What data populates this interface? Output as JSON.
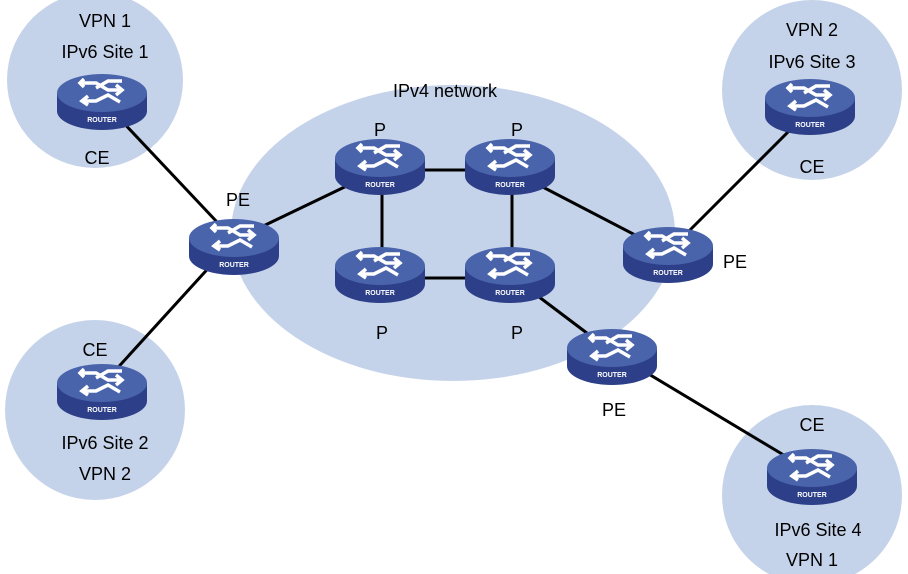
{
  "colors": {
    "region": "#c5d3ea",
    "router_top": "#4a64ac",
    "router_side": "#2c3f88",
    "link": "#000000"
  },
  "network_label": "IPv4 network",
  "router_label": "ROUTER",
  "sites": [
    {
      "vpn": "VPN 1",
      "site": "IPv6 Site 1",
      "role": "CE"
    },
    {
      "vpn": "VPN 2",
      "site": "IPv6 Site 2",
      "role": "CE"
    },
    {
      "vpn": "VPN 2",
      "site": "IPv6 Site 3",
      "role": "CE"
    },
    {
      "vpn": "VPN 1",
      "site": "IPv6 Site 4",
      "role": "CE"
    }
  ],
  "pe_labels": [
    "PE",
    "PE",
    "PE"
  ],
  "p_labels": [
    "P",
    "P",
    "P",
    "P"
  ]
}
